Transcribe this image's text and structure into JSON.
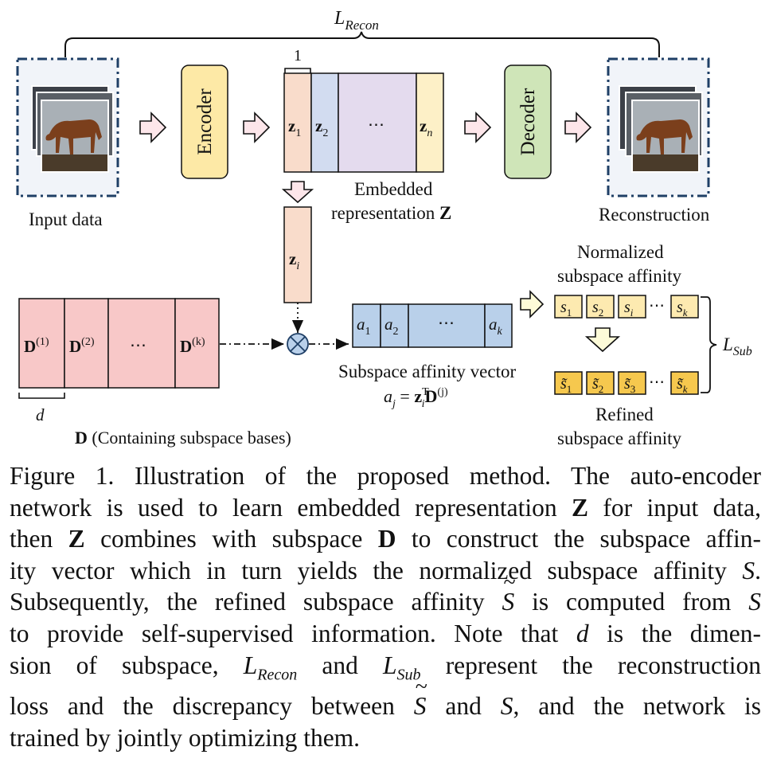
{
  "figure": {
    "loss_recon": {
      "main": "L",
      "sub": "Recon"
    },
    "input_label": "Input data",
    "encoder_label": "Encoder",
    "decoder_label": "Decoder",
    "reconstruction_label": "Reconstruction",
    "width_marker": "1",
    "z_cells": [
      {
        "main": "z",
        "sub": "1"
      },
      {
        "main": "z",
        "sub": "2"
      },
      {
        "main": "⋯",
        "sub": ""
      },
      {
        "main": "z",
        "sub": "n"
      }
    ],
    "embedded_label": {
      "line1": "Embedded",
      "line2": "representation",
      "symbol": "Z"
    },
    "zi": {
      "main": "z",
      "sub": "i"
    },
    "d_cells": [
      {
        "main": "D",
        "sup": "(1)"
      },
      {
        "main": "D",
        "sup": "(2)"
      },
      {
        "main": "⋯",
        "sup": ""
      },
      {
        "main": "D",
        "sup": "(k)"
      }
    ],
    "d_dim": "d",
    "d_caption": {
      "symbol": "D",
      "text": "(Containing subspace bases)"
    },
    "a_cells": [
      {
        "main": "a",
        "sub": "1"
      },
      {
        "main": "a",
        "sub": "2"
      },
      {
        "main": "⋯",
        "sub": ""
      },
      {
        "main": "a",
        "sub": "k"
      }
    ],
    "affinity_vector_label": "Subspace affinity vector",
    "affinity_formula": {
      "lhs": "a",
      "lhs_sub": "j",
      "eq": "=",
      "z": "z",
      "z_sub": "i",
      "z_sup": "T",
      "d": "D",
      "d_sup": "(j)"
    },
    "normalized_label": {
      "line1": "Normalized",
      "line2": "subspace affinity"
    },
    "s_cells": [
      {
        "main": "s",
        "sub": "1"
      },
      {
        "main": "s",
        "sub": "2"
      },
      {
        "main": "s",
        "sub": "i"
      },
      {
        "main": "⋯",
        "sub": ""
      },
      {
        "main": "s",
        "sub": "k"
      }
    ],
    "s_tilde_cells": [
      {
        "main": "s̃",
        "sub": "1"
      },
      {
        "main": "s̃",
        "sub": "2"
      },
      {
        "main": "s̃",
        "sub": "3"
      },
      {
        "main": "⋯",
        "sub": ""
      },
      {
        "main": "s̃",
        "sub": "k"
      }
    ],
    "refined_label": {
      "line1": "Refined",
      "line2": "subspace affinity"
    },
    "loss_sub": {
      "main": "L",
      "sub": "Sub"
    },
    "colors": {
      "encoder": "#fde9a6",
      "decoder": "#cfe5b8",
      "z1": "#f9dccb",
      "z2": "#d2dcf0",
      "zmid": "#e4dbee",
      "zn": "#fdf0c7",
      "d": "#f8c8c8",
      "a": "#b9d0ea",
      "s": "#fdeab0",
      "s_tilde": "#f6c84e",
      "frame": "#1f3f66"
    }
  },
  "caption": {
    "lines": [
      "Figure 1. Illustration of the proposed method. The auto-encoder",
      "network is used to learn embedded representation",
      "for input data,",
      "then",
      "combines with subspace",
      "to construct the subspace affin-",
      "ity vector which in turn yields the normalized subspace affinity",
      "Subsequently, the refined subspace affinity",
      "is computed from",
      "to provide self-supervised information. Note that",
      "is the dimen-",
      "sion of subspace,",
      "and",
      "represent the reconstruction",
      "loss and the discrepancy between",
      "and",
      ", and the network is",
      "trained by jointly optimizing them."
    ],
    "sym_Z": "Z",
    "sym_D": "D",
    "sym_S": "S",
    "sym_d": "d",
    "sym_L": "L",
    "sub_recon": "Recon",
    "sub_sub": "Sub"
  }
}
